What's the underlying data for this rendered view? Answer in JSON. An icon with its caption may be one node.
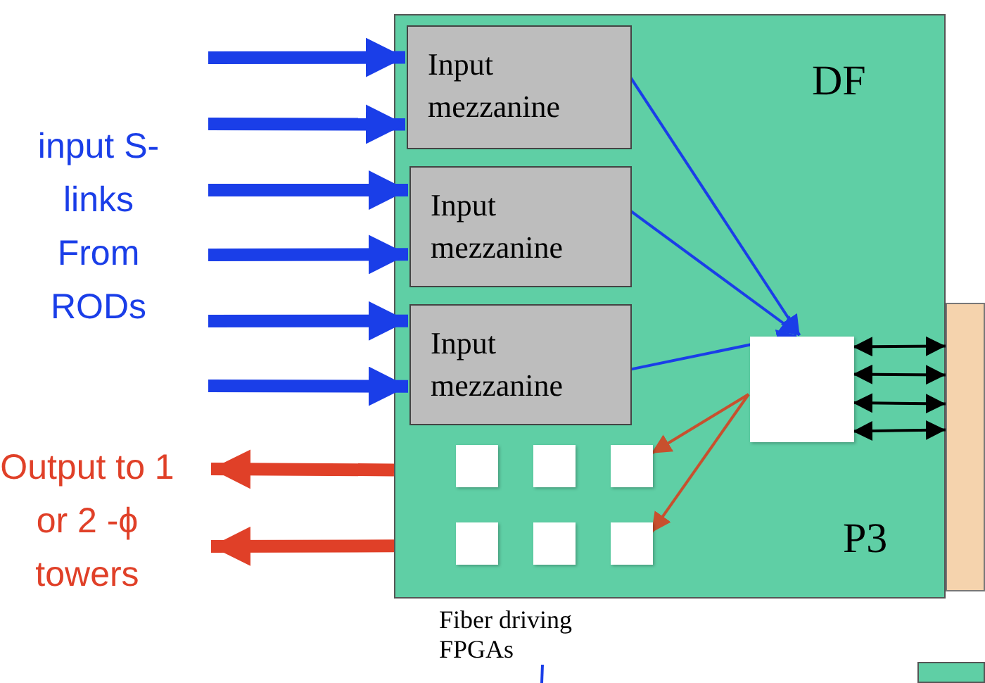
{
  "diagram": {
    "nodes": [
      {
        "text": [
          "DF",
          "P3"
        ]
      },
      {
        "text": [
          "Input mezzanine"
        ],
        "in": 0
      },
      {
        "text": [
          "Input mezzanine"
        ],
        "in": 0
      },
      {
        "text": [
          "Input mezzanine"
        ],
        "in": 0
      },
      {
        "text": [],
        "shape": "box",
        "in": 0
      },
      {
        "text": [],
        "shape": "box",
        "in": 0
      },
      {
        "text": [],
        "shape": "box",
        "in": 0
      },
      {
        "text": [],
        "shape": "box",
        "in": 0
      },
      {
        "text": [],
        "shape": "box",
        "in": 0
      },
      {
        "text": [],
        "shape": "box",
        "in": 0
      },
      {
        "text": [],
        "shape": "box",
        "in": 0
      },
      {
        "text": [],
        "shape": "bar"
      },
      {
        "text": [
          "Fiber driving FPGAs"
        ]
      },
      {
        "text": [],
        "shape": "box"
      }
    ],
    "edges": [
      {
        "from": null,
        "to": 1,
        "arrow": "to",
        "style": "thick"
      },
      {
        "from": null,
        "to": 1,
        "arrow": "to",
        "style": "thick"
      },
      {
        "from": null,
        "to": 2,
        "arrow": "to",
        "style": "thick"
      },
      {
        "from": null,
        "to": 2,
        "arrow": "to",
        "style": "thick"
      },
      {
        "from": null,
        "to": 3,
        "arrow": "to",
        "style": "thick"
      },
      {
        "from": null,
        "to": 3,
        "arrow": "to",
        "style": "thick"
      },
      {
        "from": 1,
        "to": 4,
        "arrow": "to"
      },
      {
        "from": 2,
        "to": 4,
        "arrow": "to"
      },
      {
        "from": 3,
        "to": 4,
        "arrow": "to"
      },
      {
        "from": 4,
        "to": 7,
        "arrow": "to",
        "color": "#c8502e"
      },
      {
        "from": 4,
        "to": 10,
        "arrow": "to",
        "color": "#c8502e"
      },
      {
        "from": 0,
        "to": null,
        "arrow": "to",
        "style": "thick",
        "color": "#e04028"
      },
      {
        "from": 0,
        "to": null,
        "arrow": "to",
        "style": "thick",
        "color": "#e04028"
      },
      {
        "from": 4,
        "to": 11,
        "arrow": "both",
        "color": "#000000"
      },
      {
        "from": 4,
        "to": 11,
        "arrow": "both",
        "color": "#000000"
      },
      {
        "from": 4,
        "to": 11,
        "arrow": "both",
        "color": "#000000"
      },
      {
        "from": 4,
        "to": 11,
        "arrow": "both",
        "color": "#000000"
      },
      {
        "from": 12,
        "to": null,
        "arrow": "none"
      }
    ],
    "labels": [
      "input S-links From RODs",
      "Output to 1 or 2 -ϕ towers"
    ]
  }
}
